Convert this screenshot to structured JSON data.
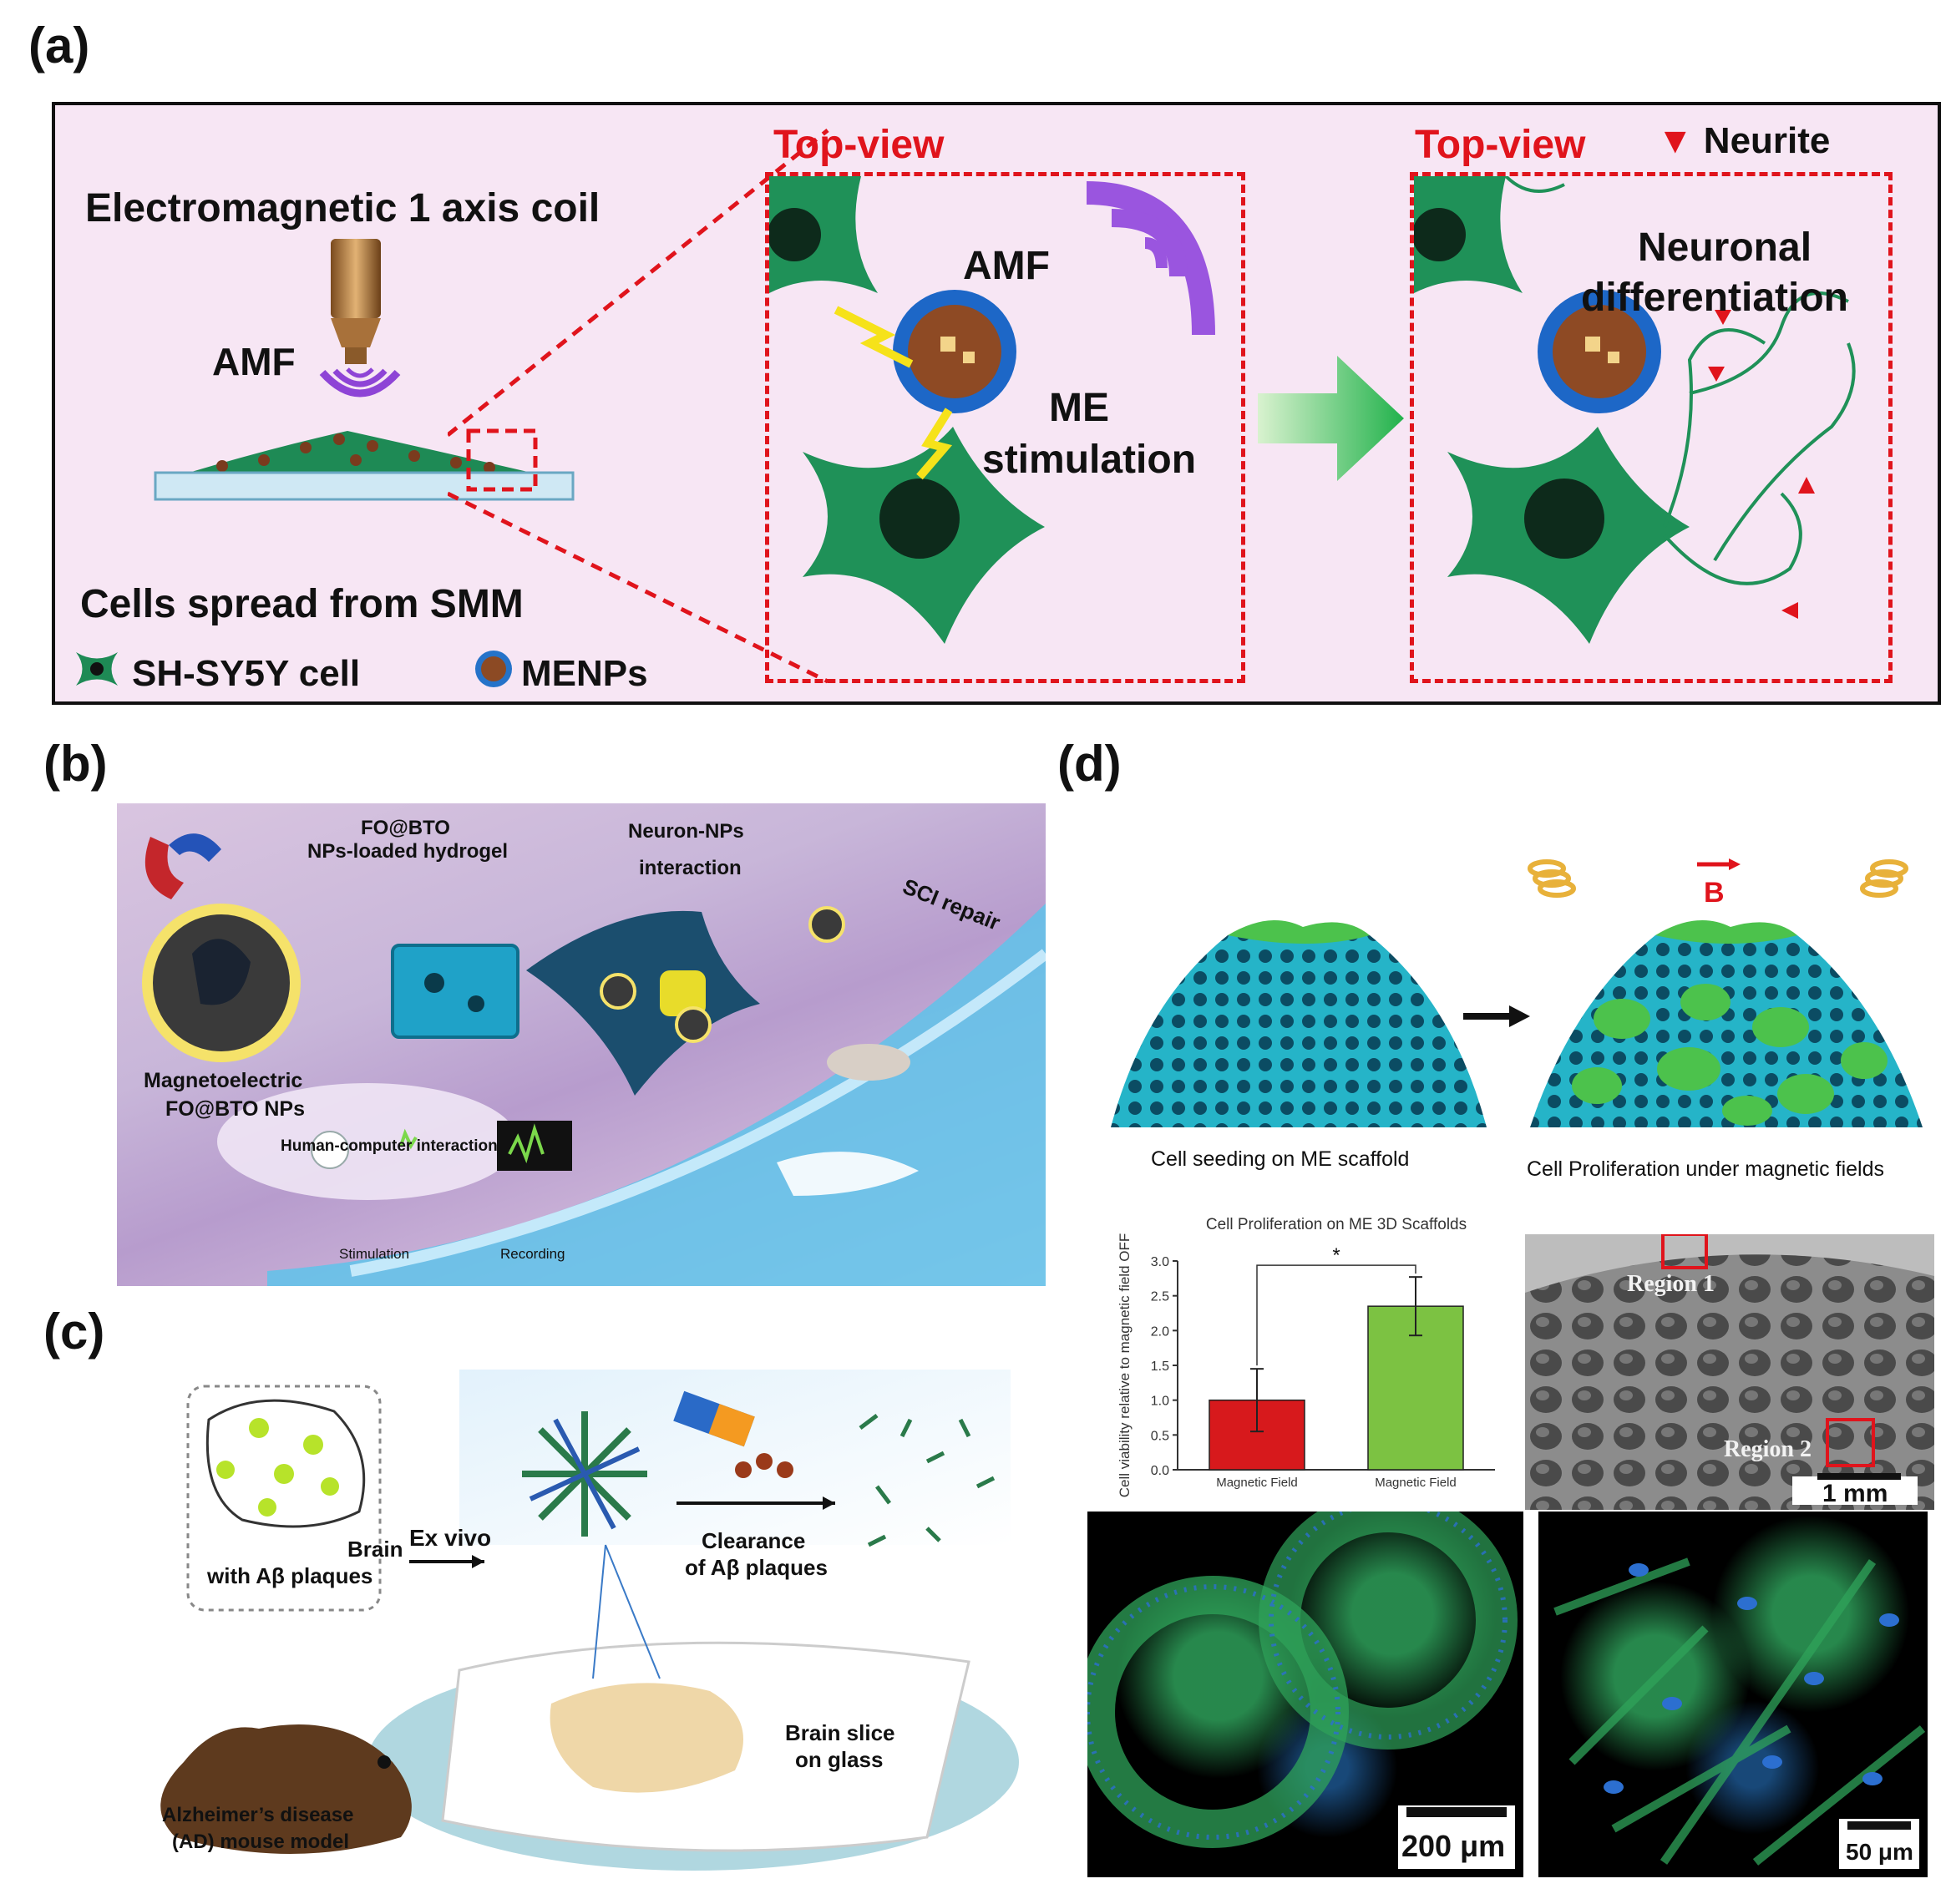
{
  "panels": {
    "a": {
      "letter": "(a)",
      "coil_label": "Electromagnetic 1 axis coil",
      "amf_left": "AMF",
      "cells_spread": "Cells spread from SMM",
      "legend_cell": "SH-SY5Y cell",
      "legend_np": "MENPs",
      "topview_1": "Top-view",
      "amf_mid": "AMF",
      "me_stim_1": "ME",
      "me_stim_2": "stimulation",
      "topview_2": "Top-view",
      "neurite_legend": "Neurite",
      "neuronal_1": "Neuronal",
      "neuronal_2": "differentiation"
    },
    "b": {
      "letter": "(b)",
      "fo_bto_1": "FO@BTO",
      "fo_bto_2": "NPs-loaded hydrogel",
      "neuron_np_1": "Neuron-NPs",
      "neuron_np_2": "interaction",
      "sci_repair": "SCI repair",
      "magnetoelectric_1": "Magnetoelectric",
      "magnetoelectric_2": "FO@BTO NPs",
      "hci": "Human-computer interaction",
      "stimulation": "Stimulation",
      "recording": "Recording"
    },
    "c": {
      "letter": "(c)",
      "brain_1": "Brain",
      "brain_2": "with Aβ plaques",
      "ex_vivo": "Ex vivo",
      "clearance_1": "Clearance",
      "clearance_2": "of Aβ plaques",
      "brain_slice_1": "Brain slice",
      "brain_slice_2": "on glass",
      "ad_1": "Alzheimer’s disease",
      "ad_2": "(AD) mouse model"
    },
    "d": {
      "letter": "(d)",
      "b_field": "B",
      "seeding": "Cell seeding on ME scaffold",
      "proliferation": "Cell Proliferation under magnetic fields",
      "region_1": "Region 1",
      "region_2": "Region 2",
      "scale_1mm": "1 mm",
      "scale_200": "200 μm",
      "scale_50": "50 μm"
    }
  },
  "chart_data": {
    "type": "bar",
    "title": "Cell Proliferation on ME 3D Scaffolds",
    "ylabel": "Cell viability relative to magnetic field OFF",
    "categories": [
      "Magnetic Field",
      "Magnetic Field"
    ],
    "values": [
      1.0,
      2.35
    ],
    "errors": [
      0.45,
      0.42
    ],
    "colors": [
      "#d7191c",
      "#7cc242"
    ],
    "ylim": [
      0,
      3.0
    ],
    "yticks": [
      "0.0",
      "0.5",
      "1.0",
      "1.5",
      "2.0",
      "2.5",
      "3.0"
    ],
    "significance": "*",
    "grid": false
  }
}
